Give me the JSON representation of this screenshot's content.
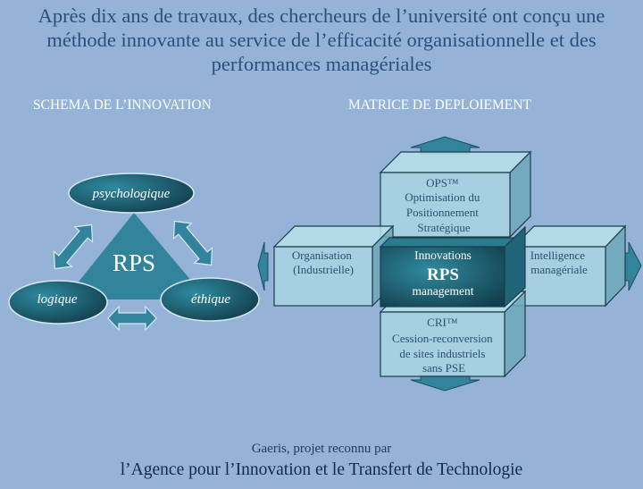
{
  "title": {
    "line1": "Après dix ans de travaux, des chercheurs de l’université ont conçu une",
    "line2": "méthode innovante au service de l’efficacité organisationnelle et des",
    "line3": "performances managériales"
  },
  "schema": {
    "heading": "SCHEMA DE L’INNOVATION",
    "center": "RPS",
    "top": "psychologique",
    "left": "logique",
    "right": "éthique"
  },
  "matrice": {
    "heading": "MATRICE DE DEPLOIEMENT",
    "top": [
      "OPS™",
      "Optimisation du",
      "Positionnement",
      "Stratégique"
    ],
    "left": [
      "Organisation",
      "(Industrielle)"
    ],
    "center": [
      "Innovations",
      "RPS",
      "management"
    ],
    "right": [
      "Intelligence",
      "managériale"
    ],
    "bottom": [
      "CRI™",
      "Cession-reconversion",
      "de sites industriels",
      "sans PSE"
    ]
  },
  "footer": {
    "line1": "Gaeris, projet reconnu par",
    "line2": "l’Agence pour l’Innovation  et le Transfert de Technologie"
  },
  "colors": {
    "background": "#95b3d7",
    "teal": "#31849b",
    "box": "#a9d7e3"
  }
}
